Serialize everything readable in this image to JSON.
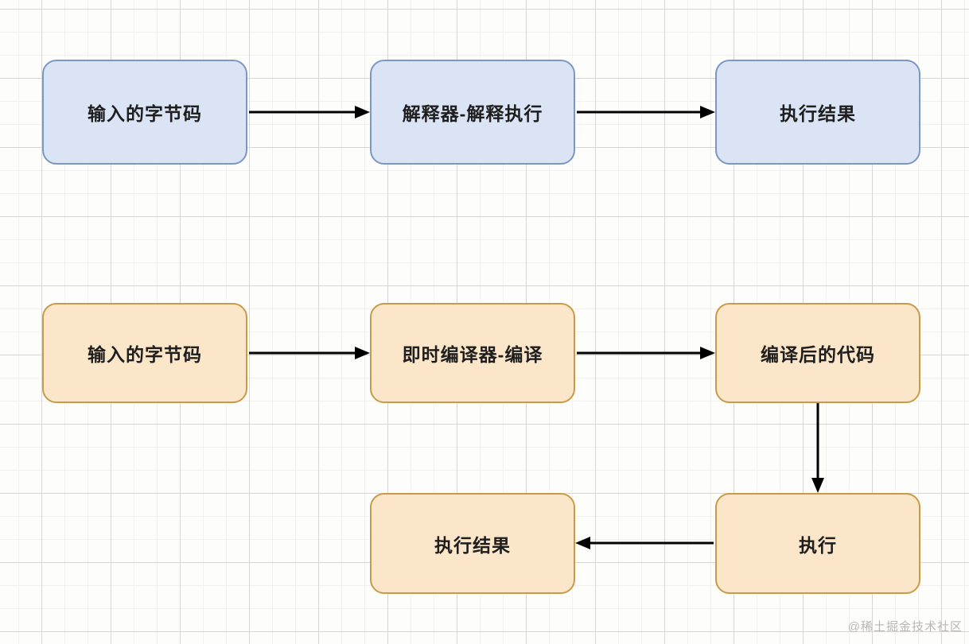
{
  "diagram": {
    "title": "interpreter-vs-jit-execution-flow",
    "interpreter_flow": {
      "nodes": [
        {
          "id": "input-bytecode",
          "label": "输入的字节码"
        },
        {
          "id": "interpreter-execute",
          "label": "解释器-解释执行"
        },
        {
          "id": "execution-result",
          "label": "执行结果"
        }
      ],
      "edges": [
        {
          "from": "input-bytecode",
          "to": "interpreter-execute"
        },
        {
          "from": "interpreter-execute",
          "to": "execution-result"
        }
      ]
    },
    "jit_flow": {
      "nodes": [
        {
          "id": "input-bytecode",
          "label": "输入的字节码"
        },
        {
          "id": "jit-compile",
          "label": "即时编译器-编译"
        },
        {
          "id": "compiled-code",
          "label": "编译后的代码"
        },
        {
          "id": "execute",
          "label": "执行"
        },
        {
          "id": "execution-result",
          "label": "执行结果"
        }
      ],
      "edges": [
        {
          "from": "input-bytecode",
          "to": "jit-compile"
        },
        {
          "from": "jit-compile",
          "to": "compiled-code"
        },
        {
          "from": "compiled-code",
          "to": "execute"
        },
        {
          "from": "execute",
          "to": "execution-result"
        }
      ]
    },
    "colors": {
      "blue_fill": "#dbe4f4",
      "blue_border": "#7b97c6",
      "orange_fill": "#fbe6c9",
      "orange_border": "#c89b49",
      "arrow": "#000000",
      "text": "#1e1e1e",
      "grid_minor": "#f3f1ee",
      "grid_major": "#d8d6d3",
      "background": "#fdfdfb"
    }
  },
  "watermark": "@稀土掘金技术社区"
}
